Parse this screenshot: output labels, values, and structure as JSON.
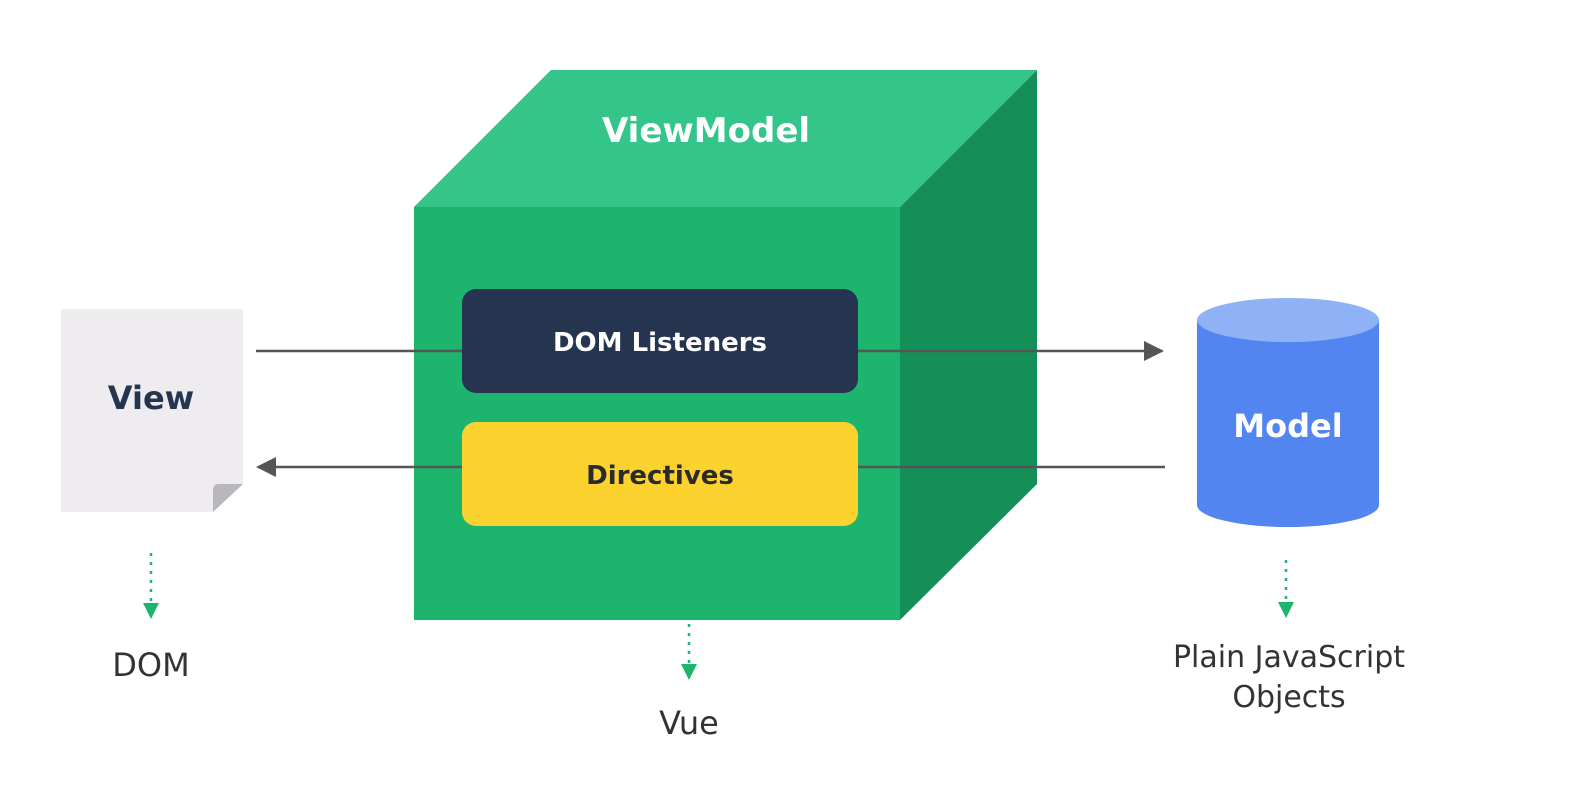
{
  "diagram": {
    "viewmodel_label": "ViewModel",
    "dom_listeners_label": "DOM Listeners",
    "directives_label": "Directives",
    "view_label": "View",
    "model_label": "Model",
    "dom_caption": "DOM",
    "vue_caption": "Vue",
    "plain_js_caption_line1": "Plain JavaScript",
    "plain_js_caption_line2": "Objects"
  },
  "colors": {
    "cube_front": "#1db46d",
    "cube_top": "#33c58a",
    "cube_side": "#148f57",
    "dom_listeners_bg": "#253550",
    "directives_bg": "#fcd22f",
    "view_page": "#eeecee",
    "model_cylinder": "#5385f0",
    "model_cylinder_top": "#8fb2f6",
    "arrow": "#555555",
    "dotted_arrow": "#1db46d",
    "caption_text": "#333333"
  }
}
